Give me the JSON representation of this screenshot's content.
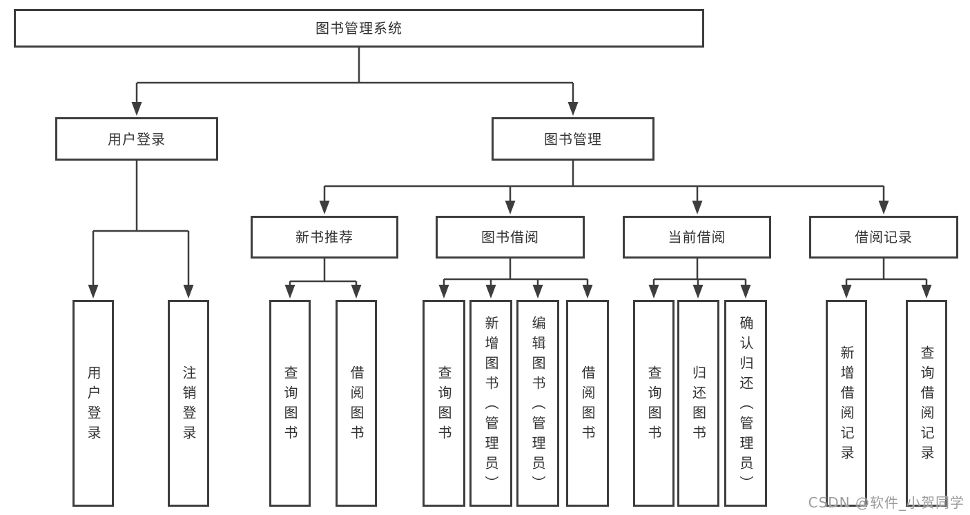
{
  "diagram_type": "hierarchy-tree",
  "colors": {
    "background": "#ffffff",
    "box_fill": "#ffffff",
    "line_and_border": "#3d3d3d",
    "text": "#333333",
    "watermark": "#9c9c9c"
  },
  "tree": {
    "label": "图书管理系统",
    "children": [
      {
        "label": "用户登录",
        "children": [
          {
            "label": "用户登录"
          },
          {
            "label": "注销登录"
          }
        ]
      },
      {
        "label": "图书管理",
        "children": [
          {
            "label": "新书推荐",
            "children": [
              {
                "label": "查询图书"
              },
              {
                "label": "借阅图书"
              }
            ]
          },
          {
            "label": "图书借阅",
            "children": [
              {
                "label": "查询图书"
              },
              {
                "label": "新增图书（管理员）"
              },
              {
                "label": "编辑图书（管理员）"
              },
              {
                "label": "借阅图书"
              }
            ]
          },
          {
            "label": "当前借阅",
            "children": [
              {
                "label": "查询图书"
              },
              {
                "label": "归还图书"
              },
              {
                "label": "确认归还（管理员）"
              }
            ]
          },
          {
            "label": "借阅记录",
            "children": [
              {
                "label": "新增借阅记录"
              },
              {
                "label": "查询借阅记录"
              }
            ]
          }
        ]
      }
    ]
  },
  "watermark": {
    "text": "CSDN @软件_小贺同学"
  }
}
